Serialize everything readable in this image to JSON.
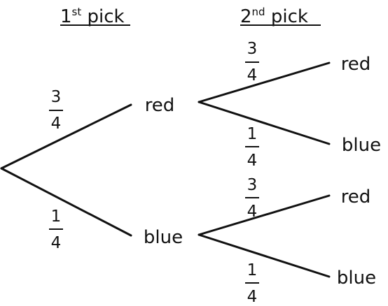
{
  "headers": {
    "first": {
      "number": "1",
      "suffix": "st",
      "text": " pick"
    },
    "second": {
      "number": "2",
      "suffix": "nd",
      "text": " pick"
    }
  },
  "first_pick": {
    "red": {
      "label": "red",
      "numerator": "3",
      "denominator": "4"
    },
    "blue": {
      "label": "blue",
      "numerator": "1",
      "denominator": "4"
    }
  },
  "second_pick_after_red": {
    "red": {
      "label": "red",
      "numerator": "3",
      "denominator": "4"
    },
    "blue": {
      "label": "blue",
      "numerator": "1",
      "denominator": "4"
    }
  },
  "second_pick_after_blue": {
    "red": {
      "label": "red",
      "numerator": "3",
      "denominator": "4"
    },
    "blue": {
      "label": "blue",
      "numerator": "1",
      "denominator": "4"
    }
  },
  "colors": {
    "line": "#111111",
    "text": "#111111",
    "background": "#ffffff"
  }
}
